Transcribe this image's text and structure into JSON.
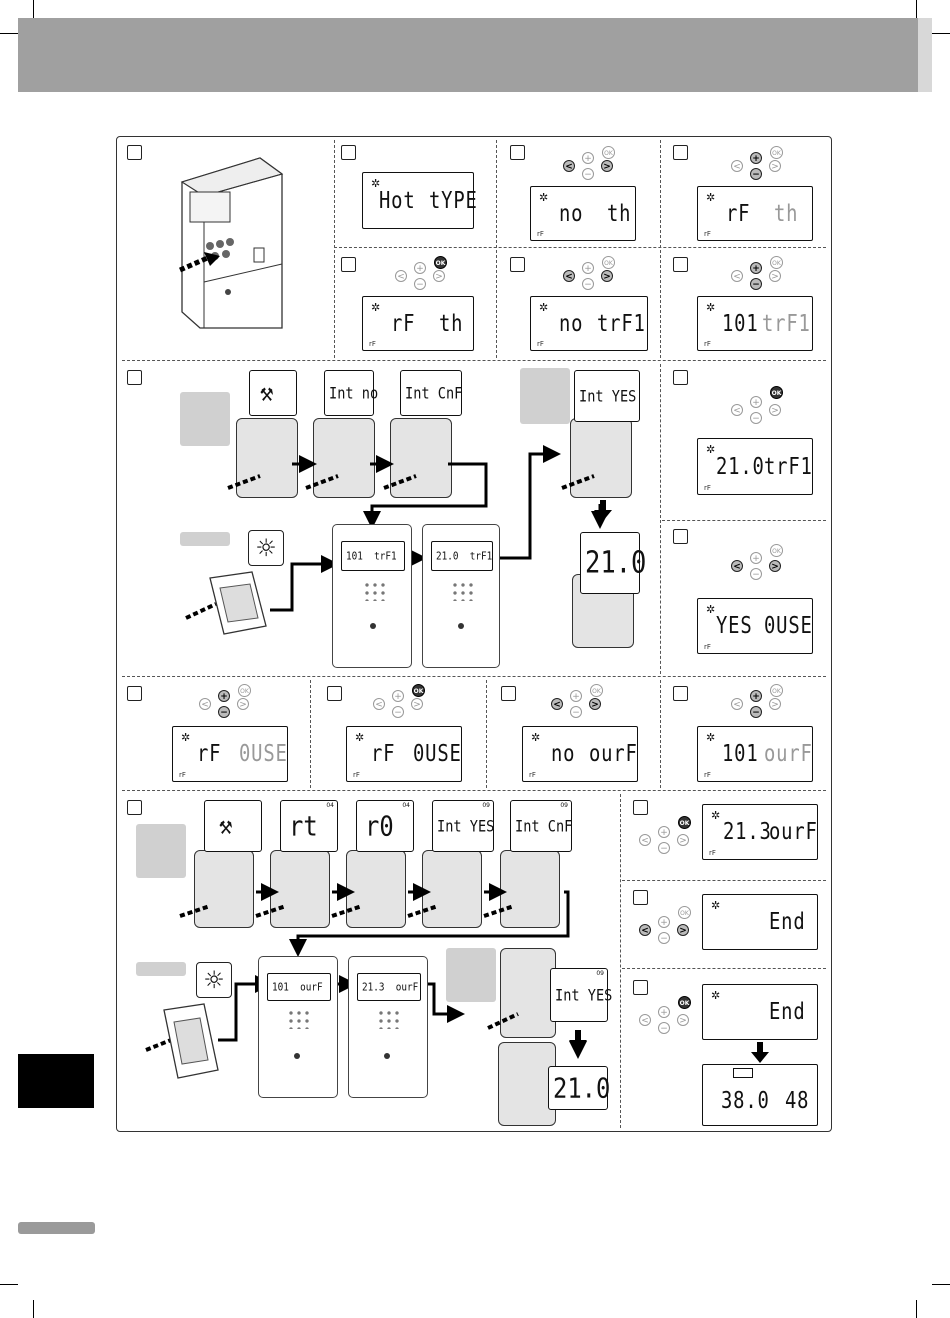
{
  "screens": {
    "s1": {
      "left": "Hot",
      "right": "tYPE"
    },
    "s2": {
      "left": "no",
      "right": "th"
    },
    "s3": {
      "left": "rF",
      "right": "th"
    },
    "s4": {
      "left": "rF",
      "right": "th"
    },
    "s5": {
      "left": "no",
      "right": "trF1"
    },
    "s6": {
      "left": "101",
      "right": "trF1"
    },
    "s7": {
      "left": "21.0",
      "right": "trF1"
    },
    "s8": {
      "left": "YES",
      "right": "0USE"
    },
    "s9": {
      "left": "rF",
      "right": "0USE"
    },
    "s10": {
      "left": "rF",
      "right": "0USE"
    },
    "s11": {
      "left": "no",
      "right": "ourF"
    },
    "s12": {
      "left": "101",
      "right": "ourF"
    },
    "s13": {
      "left": "21.3",
      "right": "ourF"
    },
    "s14": {
      "left": "",
      "right": "End"
    },
    "s15": {
      "left": "",
      "right": "End"
    },
    "s16": {
      "left": "38.0",
      "right": "48"
    }
  },
  "bubbles": {
    "b_tools1": "⚒",
    "b_intno": "Int no",
    "b_intcnf1": "Int CnF",
    "b_intyes1": "Int YES",
    "b_temp1": "21.0",
    "b_tools2": "⚒",
    "b_rt": "rt",
    "b_r0": "r0",
    "b_intyes2": "Int YES",
    "b_intcnf2": "Int CnF",
    "b_intyes3": "Int YES",
    "b_temp2": "21.0"
  },
  "controller_screens": {
    "c1": "101  trF1",
    "c2": "21.0  trF1",
    "c3": "101  ourF",
    "c4": "21.3  ourF"
  },
  "keys": {
    "ok": "OK",
    "plus": "+",
    "minus": "−",
    "left": "<",
    "right": ">"
  },
  "icons": {
    "star": "✲",
    "sun": "☼"
  }
}
